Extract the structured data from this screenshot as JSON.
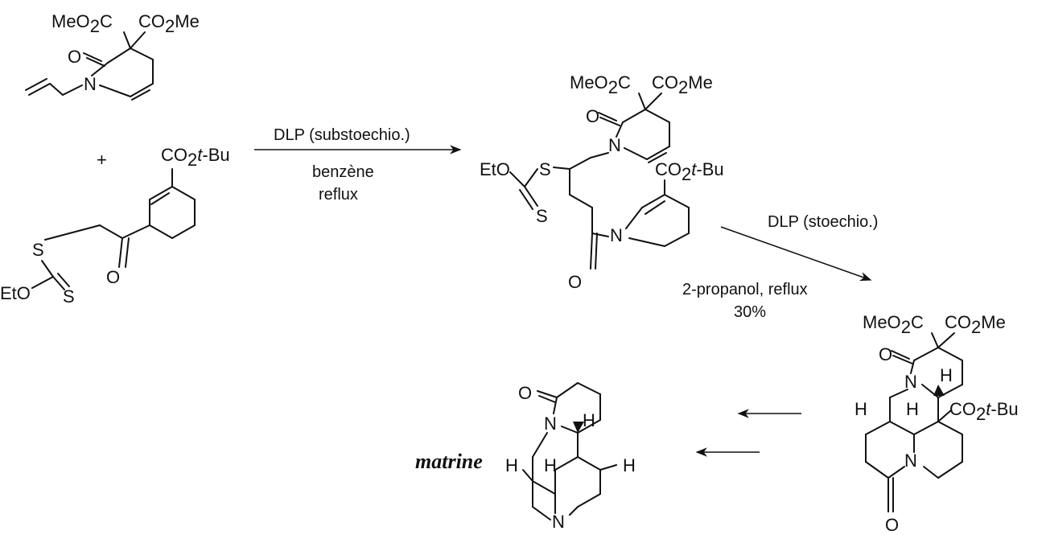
{
  "diagram": {
    "type": "reaction-scheme",
    "labels": {
      "meo2c": "MeO",
      "co2me": "CO",
      "me": "Me",
      "sub2": "2",
      "c": "C",
      "o": "O",
      "n": "N",
      "s": "S",
      "eto": "EtO",
      "plus": "+",
      "co2tbu_co": "CO",
      "tbu": "t",
      "bu": "-Bu",
      "h": "H"
    },
    "step1": {
      "reagent": "DLP (substoechio.)",
      "solvent": "benzène",
      "condition": "reflux"
    },
    "step2": {
      "reagent": "DLP (stoechio.)",
      "condition": "2-propanol, reflux",
      "yield": "30%"
    },
    "product_name": "matrine",
    "colors": {
      "ink": "#111111",
      "background": "#ffffff"
    }
  }
}
